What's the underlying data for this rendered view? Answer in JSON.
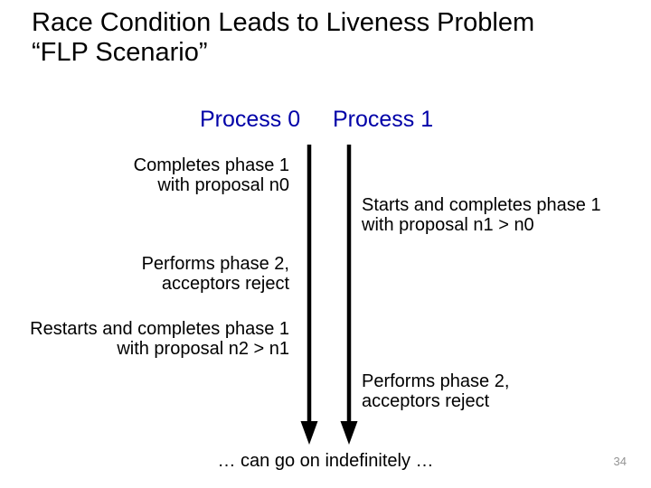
{
  "slide": {
    "title": {
      "line1": "Race Condition Leads to Liveness Problem",
      "line2": "“FLP Scenario”"
    },
    "process_headers": [
      "Process 0",
      "Process 1"
    ],
    "events": [
      {
        "process": "Process 0",
        "line1": "Completes phase 1",
        "line2": "with proposal n0"
      },
      {
        "process": "Process 1",
        "line1": "Starts and completes phase 1",
        "line2": "with proposal n1 > n0"
      },
      {
        "process": "Process 0",
        "line1": "Performs phase 2,",
        "line2": "acceptors reject"
      },
      {
        "process": "Process 0",
        "line1": "Restarts and completes phase 1",
        "line2": "with proposal n2 > n1"
      },
      {
        "process": "Process 1",
        "line1": "Performs phase 2,",
        "line2": "acceptors reject"
      }
    ],
    "footer": "… can go on indefinitely …",
    "page_number": "34",
    "colors": {
      "title_text": "#000000",
      "process_header_blue": "#0000A8",
      "arrow_black": "#000000",
      "page_number_gray": "#949494",
      "background": "#FFFFFF"
    }
  }
}
